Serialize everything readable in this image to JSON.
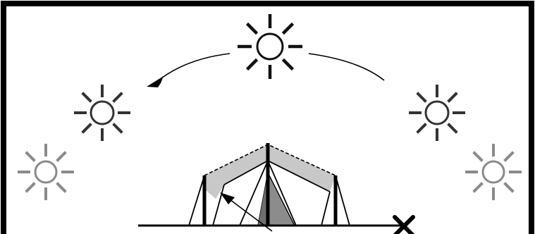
{
  "diagram": {
    "colors": {
      "frame": "#000000",
      "background": "#ffffff",
      "sun_dark": "#111111",
      "sun_mid": "#333333",
      "sun_light": "#8a8a8a",
      "tent_shade_light": "#c8c8c8",
      "tent_shade_dark": "#7a7a7a",
      "tent_inner_dark": "#8c8c8c"
    },
    "suns": [
      {
        "name": "sun-far-left",
        "shade": "light"
      },
      {
        "name": "sun-left",
        "shade": "mid"
      },
      {
        "name": "sun-top",
        "shade": "dark"
      },
      {
        "name": "sun-right",
        "shade": "mid"
      },
      {
        "name": "sun-far-right",
        "shade": "light"
      }
    ],
    "symbols": {
      "cross_marker": "x-mark-icon"
    }
  }
}
